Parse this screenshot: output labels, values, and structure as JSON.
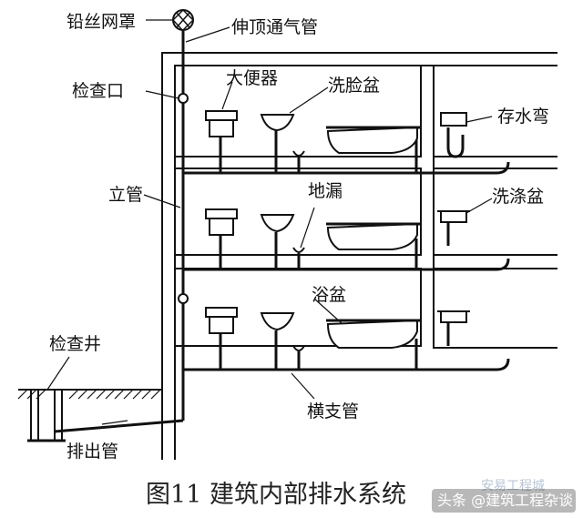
{
  "labels": {
    "wire_mesh_cover": "铅丝网罩",
    "vent_stack": "伸顶通气管",
    "cleanout": "检查口",
    "toilet": "大便器",
    "washbasin": "洗脸盆",
    "trap": "存水弯",
    "riser": "立管",
    "floor_drain": "地漏",
    "sink": "洗涤盆",
    "bathtub": "浴盆",
    "inspection_well": "检查井",
    "branch_pipe": "横支管",
    "outlet_pipe": "排出管"
  },
  "caption": {
    "text": "图11  建筑内部排水系统"
  },
  "watermark": {
    "text": "头条 @建筑工程杂谈",
    "faint": "安易工程城"
  }
}
